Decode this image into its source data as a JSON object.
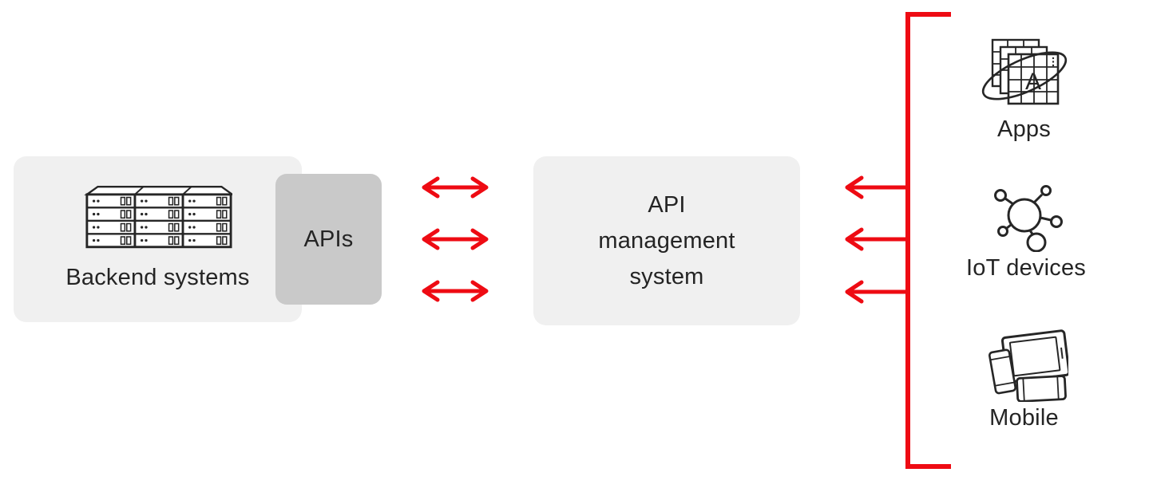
{
  "diagram": {
    "backend": {
      "label": "Backend systems",
      "icon": "server-rack-icon"
    },
    "apis": {
      "label": "APIs"
    },
    "management": {
      "label": "API\nmanagement\nsystem"
    },
    "connections": {
      "bidirectional_arrows_between_apis_and_management": 3,
      "inbound_arrows_from_clients": 3,
      "inbound_arrow_direction": "left"
    },
    "clients": {
      "items": [
        {
          "label": "Apps",
          "icon": "apps-icon"
        },
        {
          "label": "IoT devices",
          "icon": "iot-devices-icon"
        },
        {
          "label": "Mobile",
          "icon": "mobile-devices-icon"
        }
      ]
    },
    "colors": {
      "accent_red": "#ee0b13",
      "box_light_gray": "#f0f0f0",
      "box_dark_gray": "#c9c9c9",
      "text_dark": "#242424",
      "background": "#ffffff"
    }
  }
}
